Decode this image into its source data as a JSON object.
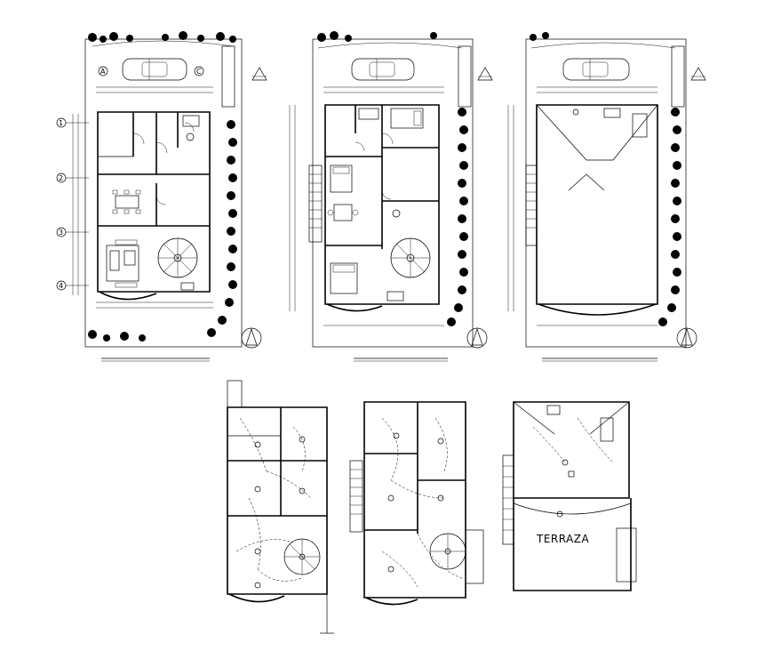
{
  "plans": {
    "terrace_label": "TERRAZA",
    "axis_numbers": [
      "1",
      "2",
      "3",
      "4"
    ],
    "axis_letters": [
      "A",
      "C"
    ]
  }
}
